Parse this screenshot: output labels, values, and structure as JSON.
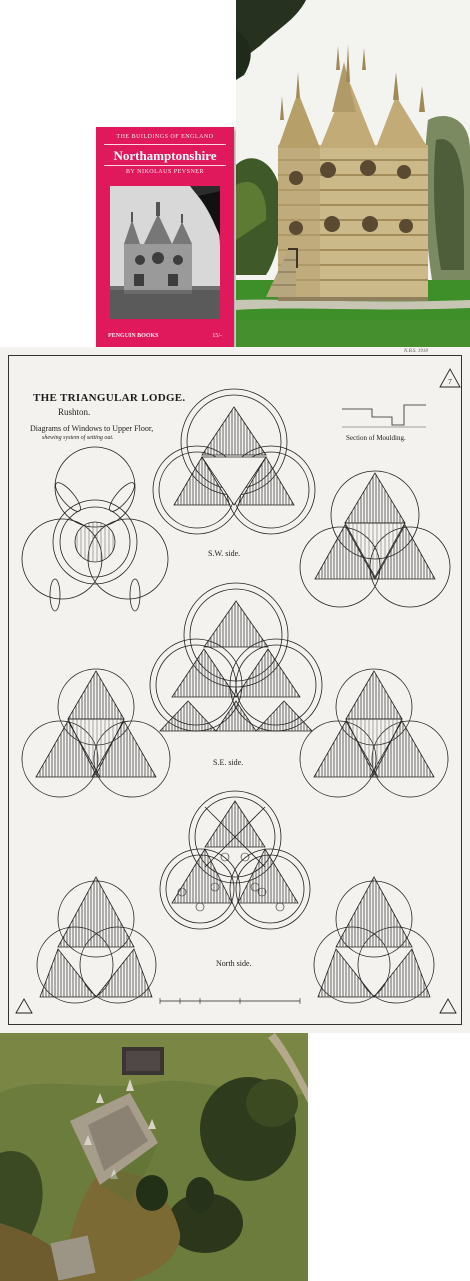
{
  "book": {
    "series": "THE BUILDINGS OF ENGLAND",
    "title": "Northamptonshire",
    "author": "BY NIKOLAUS PEVSNER",
    "publisher": "PENGUIN BOOKS",
    "price": "15/-",
    "background_color": "#e0195c"
  },
  "drawing": {
    "title": "THE TRIANGULAR LODGE.",
    "place": "Rushton.",
    "subtitle": "Diagrams of Windows to Upper Floor,",
    "subtitle2": "shewing system of setting out.",
    "section_label": "Section of Moulding.",
    "label_sw": "S.W. side.",
    "label_se": "S.E. side.",
    "label_n": "North side.",
    "badge": "7",
    "corner_note": "N.B.S. 1918"
  }
}
